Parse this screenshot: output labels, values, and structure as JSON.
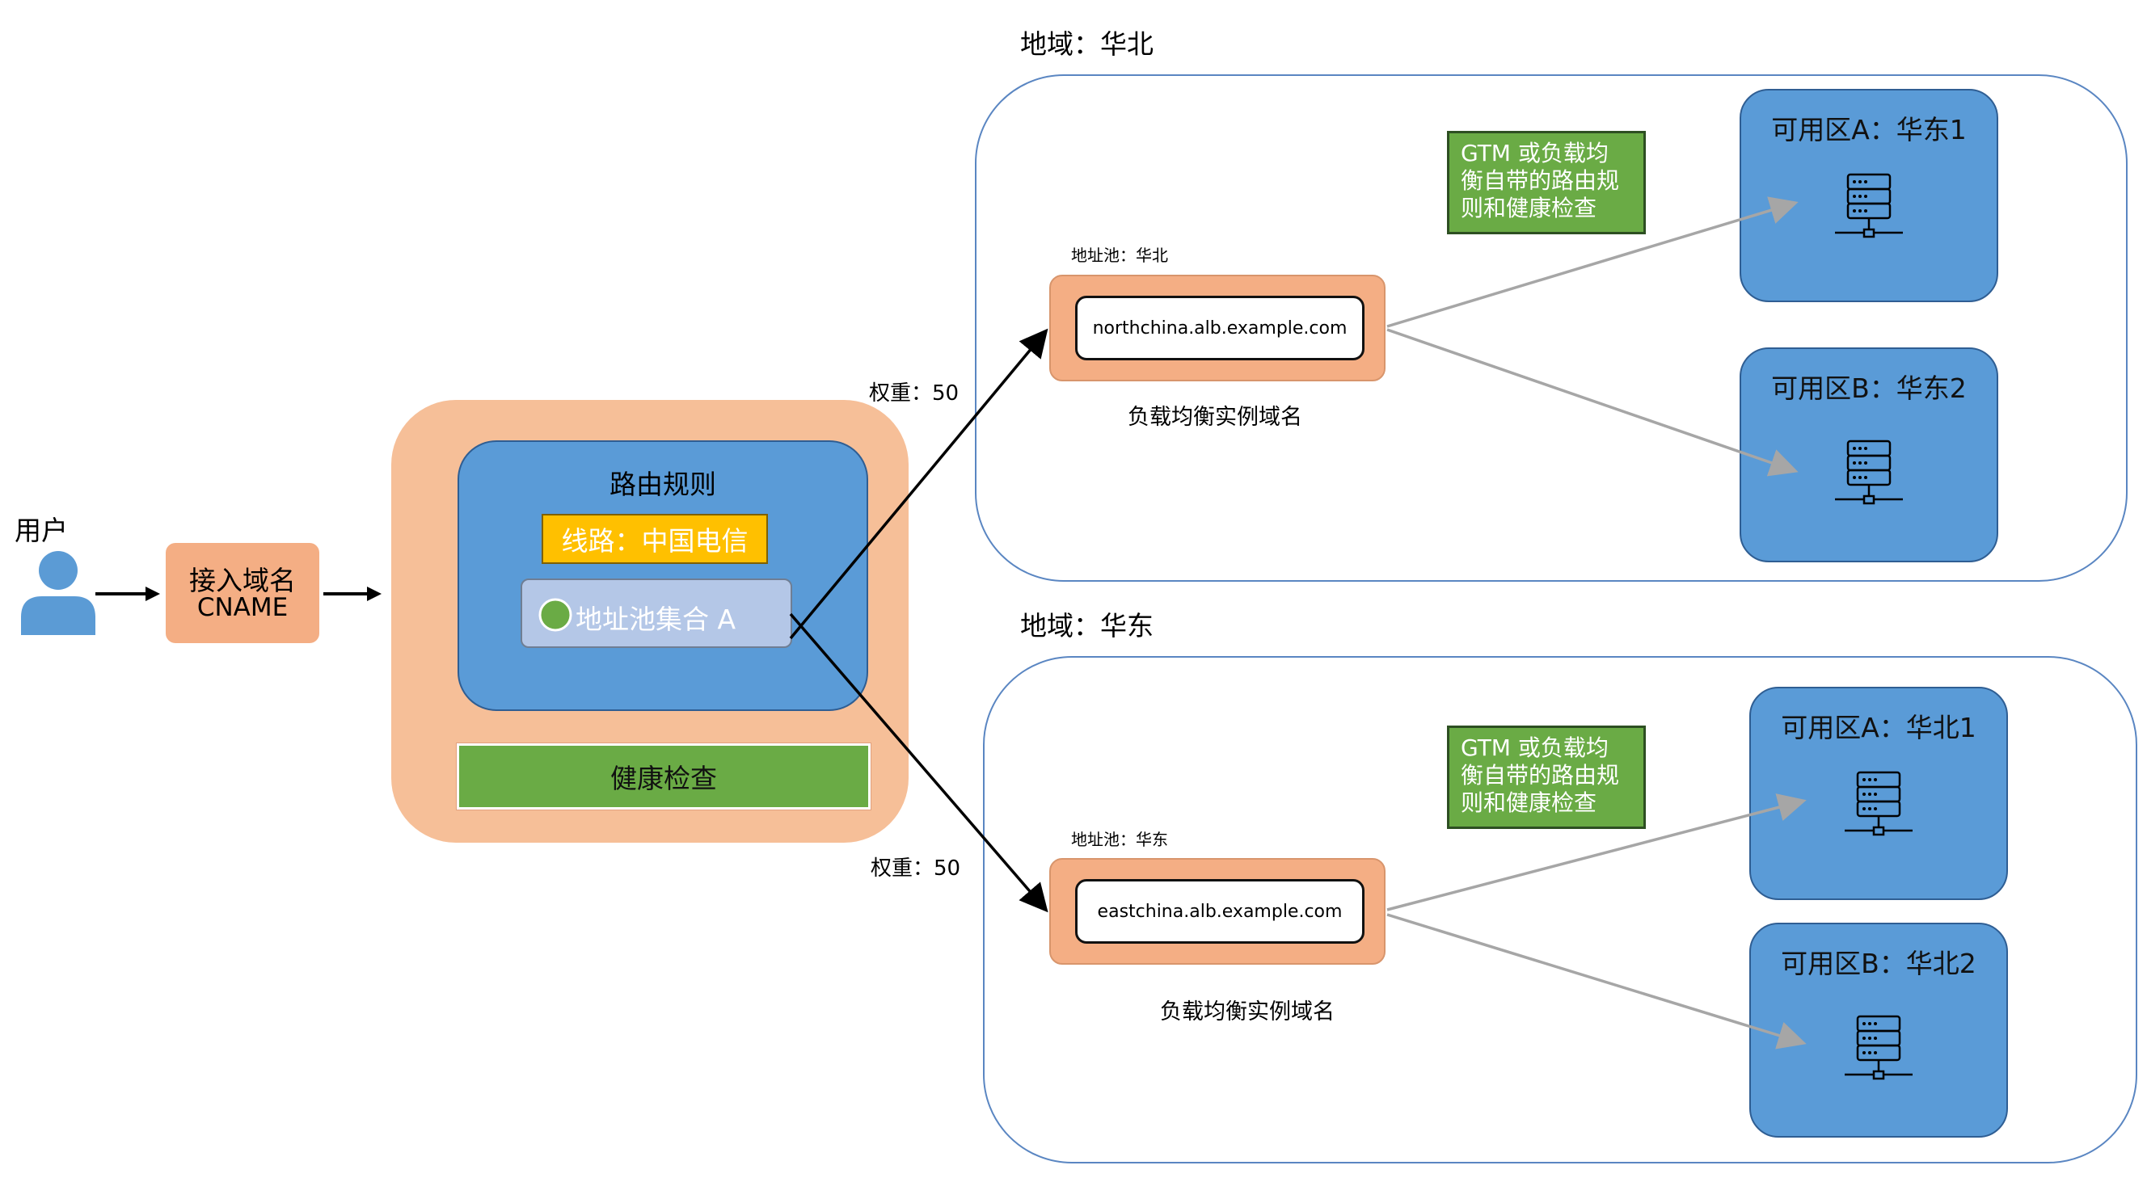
{
  "user": {
    "label": "用户"
  },
  "access_domain": {
    "line1": "接入域名",
    "line2": "CNAME"
  },
  "routing": {
    "title": "路由规则",
    "line": "线路：中国电信",
    "pool_set": "地址池集合 A",
    "health_check": "健康检查"
  },
  "weights": {
    "north": "权重：50",
    "east": "权重：50"
  },
  "regions": [
    {
      "title": "地域：华北",
      "pool_label": "地址池：华北",
      "domain": "northchina.alb.example.com",
      "caption": "负载均衡实例域名",
      "note": [
        "GTM 或负载均",
        "衡自带的路由规",
        "则和健康检查"
      ],
      "zones": [
        "可用区A：华东1",
        "可用区B：华东2"
      ]
    },
    {
      "title": "地域：华东",
      "pool_label": "地址池：华东",
      "domain": "eastchina.alb.example.com",
      "caption": "负载均衡实例域名",
      "note": [
        "GTM 或负载均",
        "衡自带的路由规",
        "则和健康检查"
      ],
      "zones": [
        "可用区A：华北1",
        "可用区B：华北2"
      ]
    }
  ],
  "colors": {
    "orange": "#f4ae84",
    "light_orange": "#f6bf98",
    "blue": "#5a9bd7",
    "green": "#6aab45",
    "yellow": "#ffc000",
    "pool_blue": "#b4c7e7",
    "arrow_gray": "#a6a6a6"
  },
  "icons": [
    "user-icon",
    "server-icon",
    "green-dot-icon"
  ]
}
